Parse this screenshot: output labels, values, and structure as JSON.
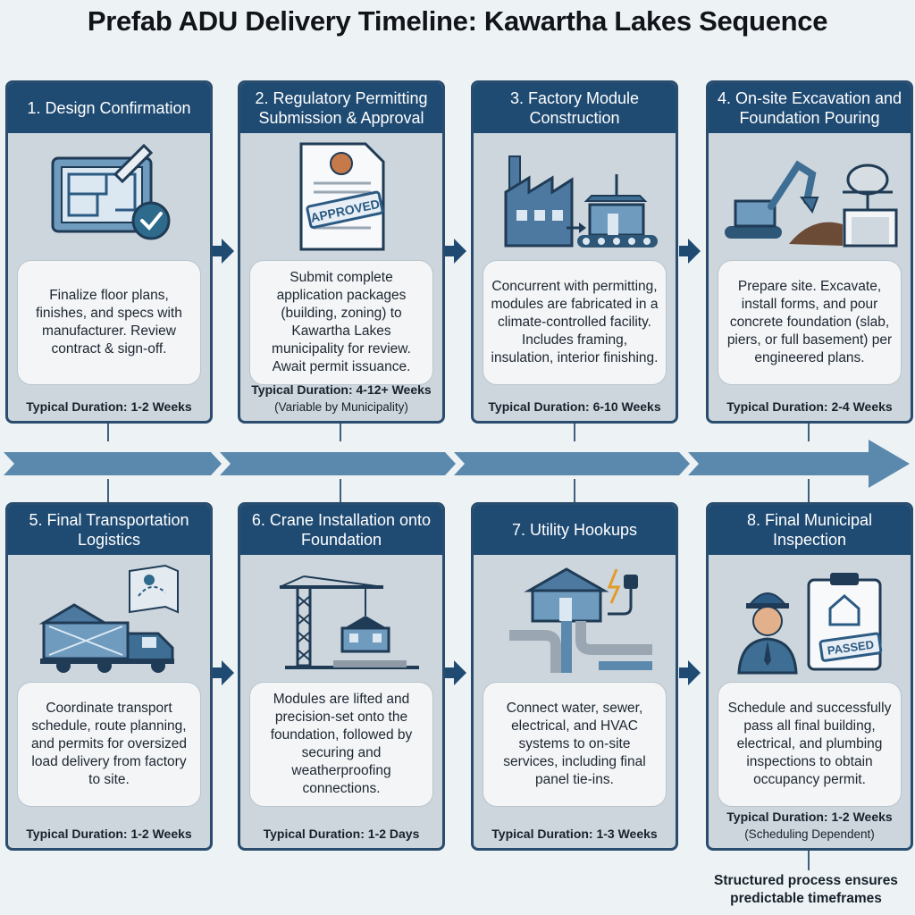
{
  "title": "Prefab ADU Delivery Timeline: Kawartha Lakes Sequence",
  "steps": [
    {
      "title": "1. Design Confirmation",
      "description": "Finalize floor plans, finishes, and specs with manufacturer. Review contract & sign-off.",
      "duration": "Typical Duration: 1-2 Weeks",
      "note": "",
      "icon": "blueprint-check-icon"
    },
    {
      "title": "2. Regulatory Permitting Submission & Approval",
      "description": "Submit complete application packages (building, zoning) to Kawartha Lakes municipality for review. Await permit issuance.",
      "duration": "Typical Duration: 4-12+ Weeks",
      "note": "(Variable by Municipality)",
      "icon": "approved-document-icon",
      "stamp": "APPROVED"
    },
    {
      "title": "3. Factory Module Construction",
      "description": "Concurrent with permitting, modules are fabricated in a climate-controlled facility. Includes framing, insulation, interior finishing.",
      "duration": "Typical Duration: 6-10 Weeks",
      "note": "",
      "icon": "factory-module-icon"
    },
    {
      "title": "4. On-site Excavation and Foundation Pouring",
      "description": "Prepare site. Excavate, install forms, and pour concrete foundation (slab, piers, or full basement) per engineered plans.",
      "duration": "Typical Duration: 2-4 Weeks",
      "note": "",
      "icon": "excavator-mixer-icon"
    },
    {
      "title": "5. Final Transportation Logistics",
      "description": "Coordinate transport schedule, route planning, and permits for oversized load delivery from factory to site.",
      "duration": "Typical Duration: 1-2 Weeks",
      "note": "",
      "icon": "truck-route-icon"
    },
    {
      "title": "6. Crane Installation onto Foundation",
      "description": "Modules are lifted and precision-set onto the foundation, followed by securing and weatherproofing connections.",
      "duration": "Typical Duration: 1-2 Days",
      "note": "",
      "icon": "crane-icon"
    },
    {
      "title": "7. Utility Hookups",
      "description": "Connect water, sewer, electrical, and HVAC systems to on-site services, including final panel tie-ins.",
      "duration": "Typical Duration: 1-3 Weeks",
      "note": "",
      "icon": "utility-pipes-icon"
    },
    {
      "title": "8. Final Municipal Inspection",
      "description": "Schedule and successfully pass all final building, electrical, and plumbing inspections to obtain occupancy permit.",
      "duration": "Typical Duration: 1-2 Weeks",
      "note": "(Scheduling Dependent)",
      "icon": "inspector-clipboard-icon",
      "stamp": "PASSED"
    }
  ],
  "footer": {
    "line1": "Structured process ensures",
    "line2": "predictable timeframes"
  },
  "colors": {
    "header": "#1f4b73",
    "card_bg": "#cdd6dd",
    "border": "#2a4d6e",
    "timeline": "#5b89ad",
    "arrow": "#1f4b73",
    "background": "#edf2f5"
  }
}
